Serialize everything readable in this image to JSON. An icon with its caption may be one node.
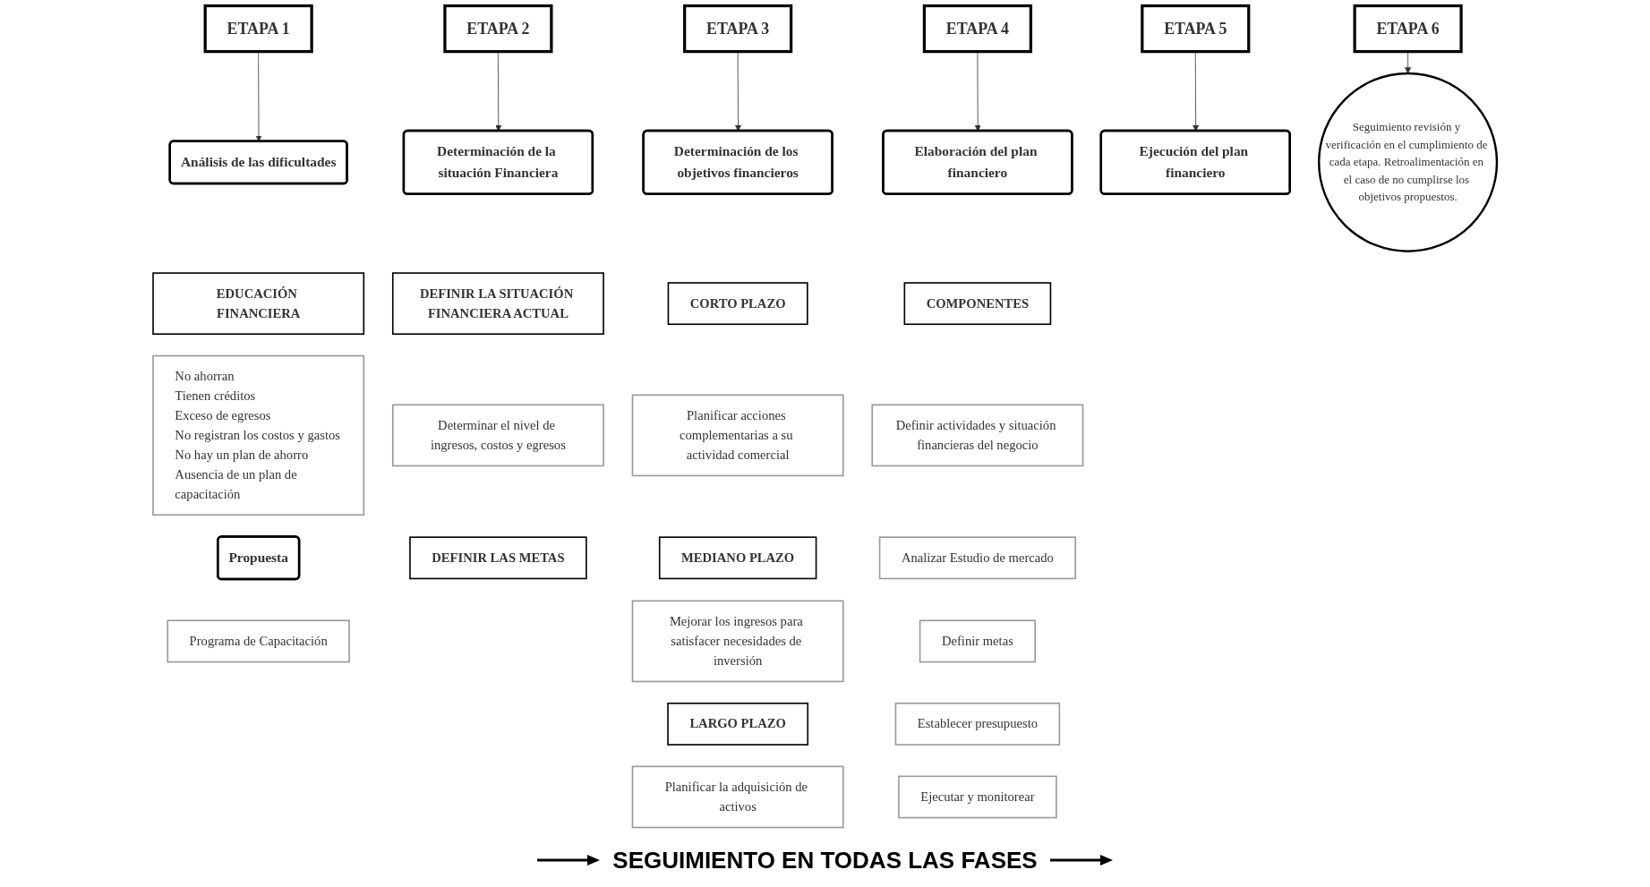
{
  "diagram": {
    "nodes": [
      {
        "text": [
          "ETAPA 1"
        ]
      },
      {
        "text": [
          "Análisis de las dificultades"
        ]
      },
      {
        "text": [
          "EDUCACIÓN FINANCIERA"
        ]
      },
      {
        "text": [
          "No ahorran",
          "Tienen créditos",
          "Exceso de egresos",
          "No registran los costos y gastos",
          "No hay un plan de ahorro",
          "Ausencia de un plan de capacitación"
        ]
      },
      {
        "text": [
          "Propuesta"
        ]
      },
      {
        "text": [
          "Programa de Capacitación"
        ]
      },
      {
        "text": [
          "ETAPA 2"
        ]
      },
      {
        "text": [
          "Determinación de la situación Financiera"
        ]
      },
      {
        "text": [
          "DEFINIR LA SITUACIÓN FINANCIERA ACTUAL"
        ]
      },
      {
        "text": [
          "Determinar el nivel de ingresos, costos y egresos"
        ]
      },
      {
        "text": [
          "DEFINIR LAS METAS"
        ]
      },
      {
        "text": [
          "ETAPA 3"
        ]
      },
      {
        "text": [
          "Determinación de los objetivos financieros"
        ]
      },
      {
        "text": [
          "CORTO PLAZO"
        ]
      },
      {
        "text": [
          "Planificar acciones complementarias a su actividad comercial"
        ]
      },
      {
        "text": [
          "MEDIANO PLAZO"
        ]
      },
      {
        "text": [
          "Mejorar los ingresos para satisfacer necesidades de inversión"
        ]
      },
      {
        "text": [
          "LARGO PLAZO"
        ]
      },
      {
        "text": [
          "Planificar la adquisición de activos"
        ]
      },
      {
        "text": [
          "ETAPA 4"
        ]
      },
      {
        "text": [
          "Elaboración del plan financiero"
        ]
      },
      {
        "text": [
          "COMPONENTES"
        ]
      },
      {
        "text": [
          "Definir actividades y situación financieras del negocio"
        ]
      },
      {
        "text": [
          "Analizar Estudio de mercado"
        ]
      },
      {
        "text": [
          "Definir metas"
        ]
      },
      {
        "text": [
          "Establecer presupuesto"
        ]
      },
      {
        "text": [
          "Ejecutar y monitorear"
        ]
      },
      {
        "text": [
          "ETAPA 5"
        ]
      },
      {
        "text": [
          "Ejecución del plan financiero"
        ]
      },
      {
        "text": [
          "ETAPA 6"
        ]
      },
      {
        "text": [
          "Seguimiento revisión y verificación en el cumplimiento de cada etapa. Retroalimentación en el caso de no cumplirse los objetivos propuestos."
        ]
      }
    ],
    "edges": [
      {
        "from": 0,
        "to": 1,
        "arrow": "to"
      },
      {
        "from": 6,
        "to": 7,
        "arrow": "to"
      },
      {
        "from": 11,
        "to": 12,
        "arrow": "to"
      },
      {
        "from": 19,
        "to": 20,
        "arrow": "to"
      },
      {
        "from": 27,
        "to": 28,
        "arrow": "to"
      },
      {
        "from": 29,
        "to": 30,
        "arrow": "to"
      }
    ],
    "labels": [
      "SEGUIMIENTO EN TODAS LAS FASES"
    ]
  }
}
